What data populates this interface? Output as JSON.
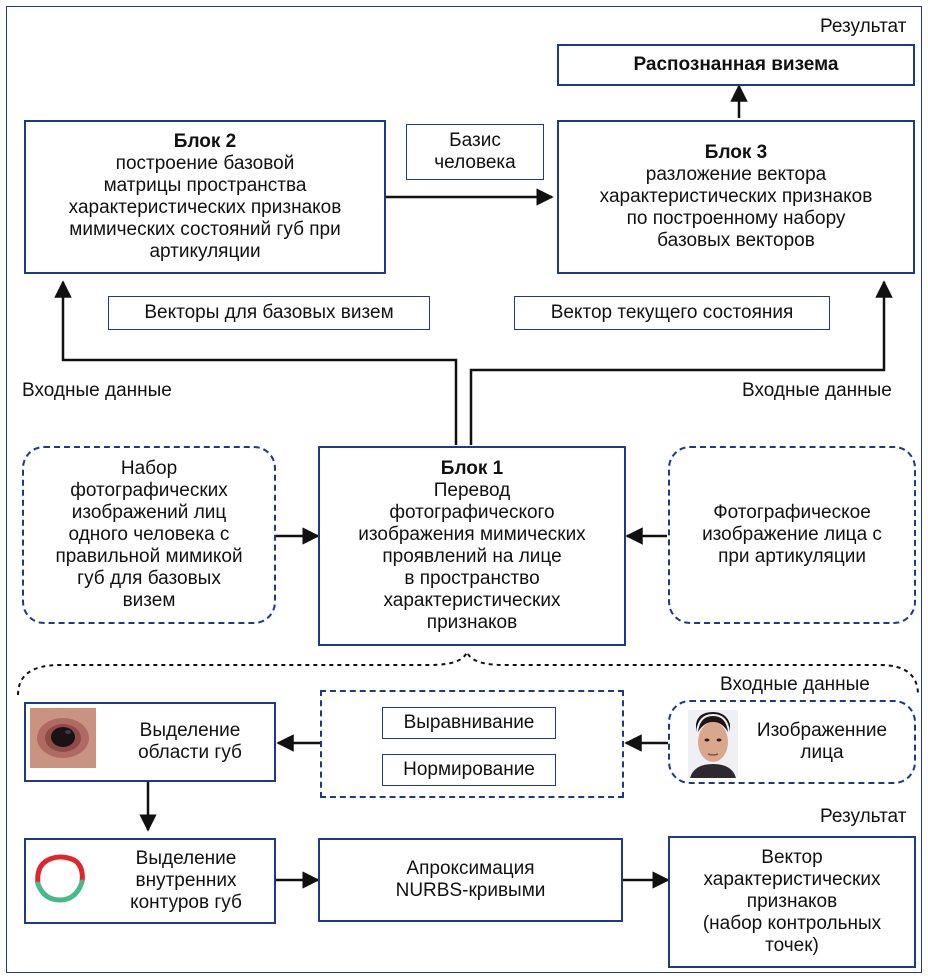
{
  "result_label_top": "Результат",
  "recognized_viseme": "Распознанная визема",
  "block2": {
    "title": "Блок 2",
    "lines": [
      "построение базовой",
      "матрицы пространства",
      "характеристических признаков",
      "мимических состояний губ при",
      "артикуляции"
    ]
  },
  "basis": {
    "lines": [
      "Базис",
      "человека"
    ]
  },
  "block3": {
    "title": "Блок 3",
    "lines": [
      "разложение вектора",
      "характеристических признаков",
      "по построенному набору",
      "базовых векторов"
    ]
  },
  "vectors_base": "Векторы для базовых визем",
  "vector_current": "Вектор текущего состояния",
  "input_left": "Входные данные",
  "input_right": "Входные данные",
  "photo_set": {
    "lines": [
      "Набор",
      "фотографических",
      "изображений лиц",
      "одного человека с",
      "правильной мимикой",
      "губ для базовых",
      "визем"
    ]
  },
  "block1": {
    "title": "Блок 1",
    "lines": [
      "Перевод",
      "фотографического",
      "изображения мимических",
      "проявлений на лице",
      "в пространство",
      "характеристических",
      "признаков"
    ]
  },
  "photo_single": {
    "lines": [
      "Фотографическое",
      "изображение лица с",
      "при артикуляции"
    ]
  },
  "input_lower": "Входные данные",
  "lip_region": {
    "lines": [
      "Выделение",
      "области губ"
    ]
  },
  "alignment": "Выравнивание",
  "normalization": "Нормирование",
  "face_image": {
    "lines": [
      "Изображенние",
      "лица"
    ]
  },
  "result_label_bottom": "Результат",
  "inner_contours": {
    "lines": [
      "Выделение",
      "внутренних",
      "контуров губ"
    ]
  },
  "approximation": {
    "lines": [
      "Апроксимация",
      "NURBS-кривыми"
    ]
  },
  "feature_vector": {
    "lines": [
      "Вектор",
      "характеристических",
      "признаков",
      "(набор контрольных",
      "точек)"
    ]
  },
  "colors": {
    "frame": "#1b3a8c",
    "arrow": "#111111",
    "contour_top": "#e0262a",
    "contour_bottom": "#48b98a"
  }
}
